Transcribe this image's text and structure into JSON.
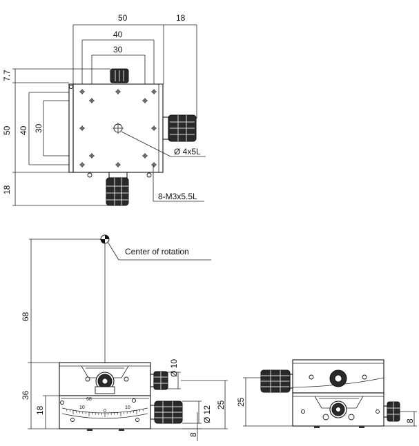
{
  "top_view": {
    "dims": {
      "width_50": "50",
      "width_40": "40",
      "width_30": "30",
      "knob_offset_18_right": "18",
      "offset_7_7": "7.7",
      "height_50": "50",
      "height_40": "40",
      "height_30": "30",
      "knob_offset_18_bottom": "18"
    },
    "callouts": {
      "center_hole": "Ø 4x5L",
      "mount_holes": "8-M3x5.5L"
    }
  },
  "front_view": {
    "center_label": "Center of rotation",
    "dims": {
      "height_68": "68",
      "height_36": "36",
      "height_18": "18",
      "knob_dia_10": "Ø 10",
      "knob_dia_12": "Ø 12",
      "height_25": "25",
      "offset_8": "8"
    },
    "scale_labels": [
      "10",
      "0",
      "10",
      "68"
    ]
  },
  "side_view": {
    "dims": {
      "height_25": "25",
      "offset_8": "8"
    }
  }
}
